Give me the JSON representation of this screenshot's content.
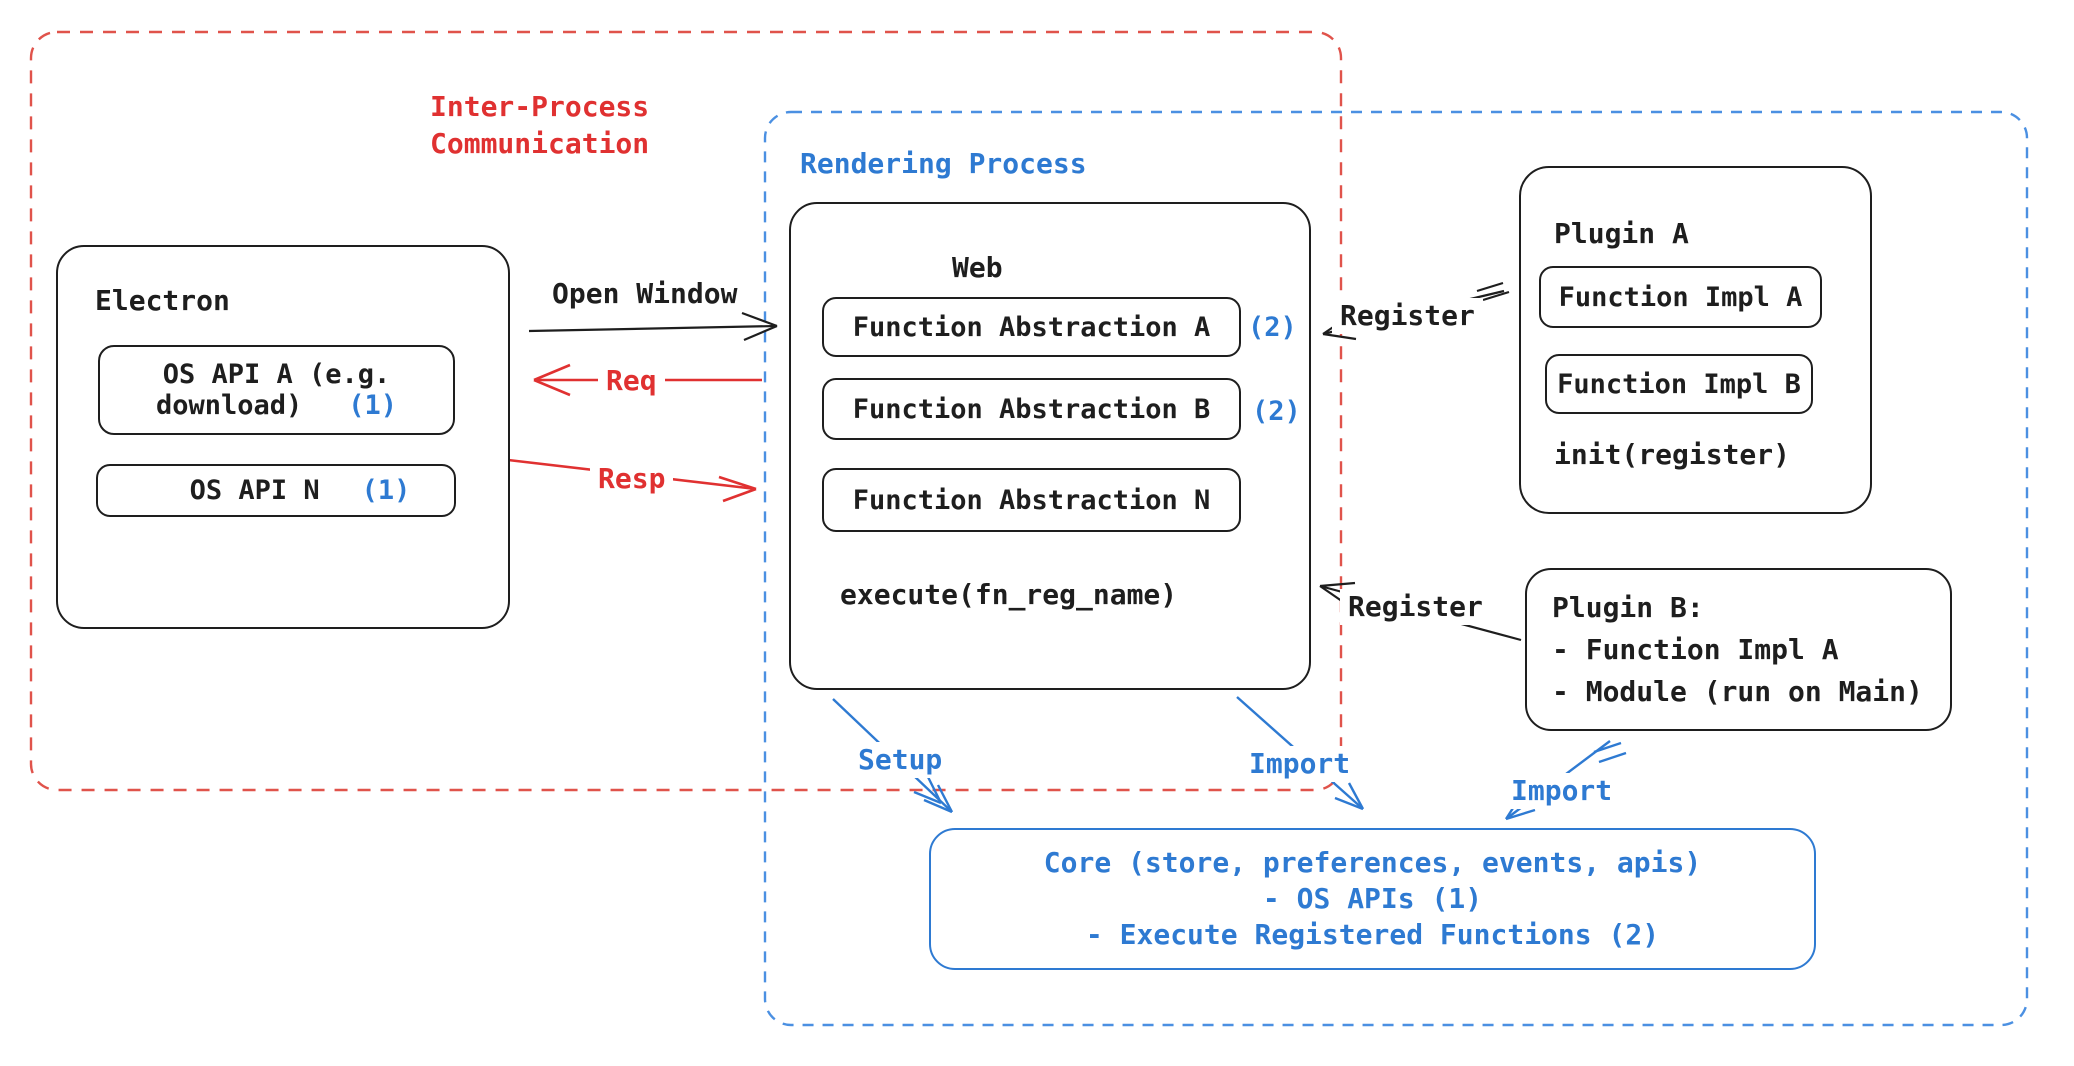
{
  "colors": {
    "red": "#e03131",
    "red_dash": "#e0534b",
    "blue": "#2e7ad2",
    "blue_dash": "#4b90e2",
    "ink": "#1e1e1e"
  },
  "ipc_region": {
    "label_line1": "Inter-Process",
    "label_line2": "Communication"
  },
  "rendering_region": {
    "label": "Rendering Process"
  },
  "electron": {
    "title": "Electron",
    "os_api_a": {
      "line1": "OS API A (e.g.",
      "line2_label": "download)",
      "marker": "(1)"
    },
    "os_api_n": {
      "label": "OS API N",
      "marker": "(1)"
    }
  },
  "web": {
    "title": "Web",
    "abstractions": [
      {
        "label": "Function Abstraction A",
        "marker": "(2)"
      },
      {
        "label": "Function Abstraction B",
        "marker": "(2)"
      },
      {
        "label": "Function Abstraction N",
        "marker": ""
      }
    ],
    "execute": "execute(fn_reg_name)"
  },
  "plugin_a": {
    "title": "Plugin A",
    "impl_a": "Function Impl A",
    "impl_b": "Function Impl B",
    "init": "init(register)"
  },
  "plugin_b": {
    "lines": [
      "Plugin B:",
      "- Function Impl A",
      "- Module (run on Main)"
    ]
  },
  "core": {
    "lines": [
      "Core (store, preferences, events, apis)",
      "- OS APIs (1)",
      "- Execute Registered Functions (2)"
    ]
  },
  "arrows": {
    "open_window": "Open Window",
    "req": "Req",
    "resp": "Resp",
    "register_top": "Register",
    "register_bottom": "Register",
    "setup": "Setup",
    "import_mid": "Import",
    "import_right": "Import"
  }
}
